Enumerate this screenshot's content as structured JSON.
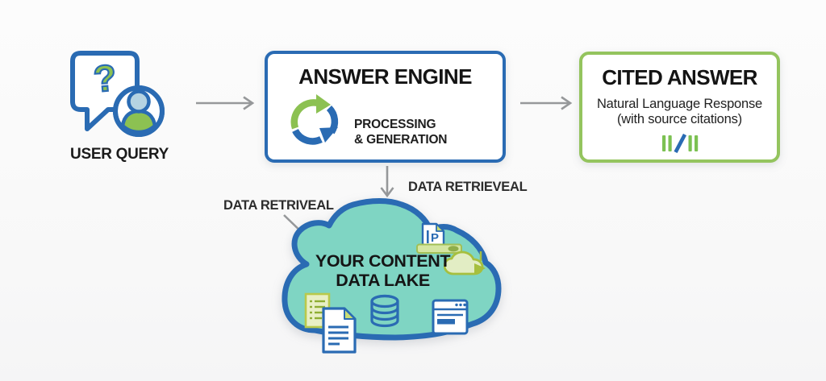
{
  "colors": {
    "blue": "#2a6bb3",
    "green": "#8cc152",
    "cited_border_green": "#94c45e",
    "cloud_fill_teal": "#7fd5c3",
    "avatar_light_blue": "#b5d3e2",
    "arrow_gray": "#96989a",
    "text_dark": "#1b1b1b"
  },
  "user_query": {
    "label": "USER QUERY"
  },
  "flow": {
    "answer_engine": {
      "title": "ANSWER ENGINE",
      "process_line1": "PROCESSING",
      "process_line2": "& GENERATION"
    },
    "cited_answer": {
      "title": "CITED ANSWER",
      "response_line1": "Natural Language Response",
      "response_line2": "(with source citations)"
    }
  },
  "data_lake": {
    "title_line1": "YOUR CONTENT",
    "title_line2": "DATA LAKE"
  },
  "annotations": {
    "retrieval_left": "DATA RETRIVEAL",
    "retrieval_right": "DATA RETRIEVEAL"
  },
  "glyphs": {
    "question_mark": "?"
  }
}
